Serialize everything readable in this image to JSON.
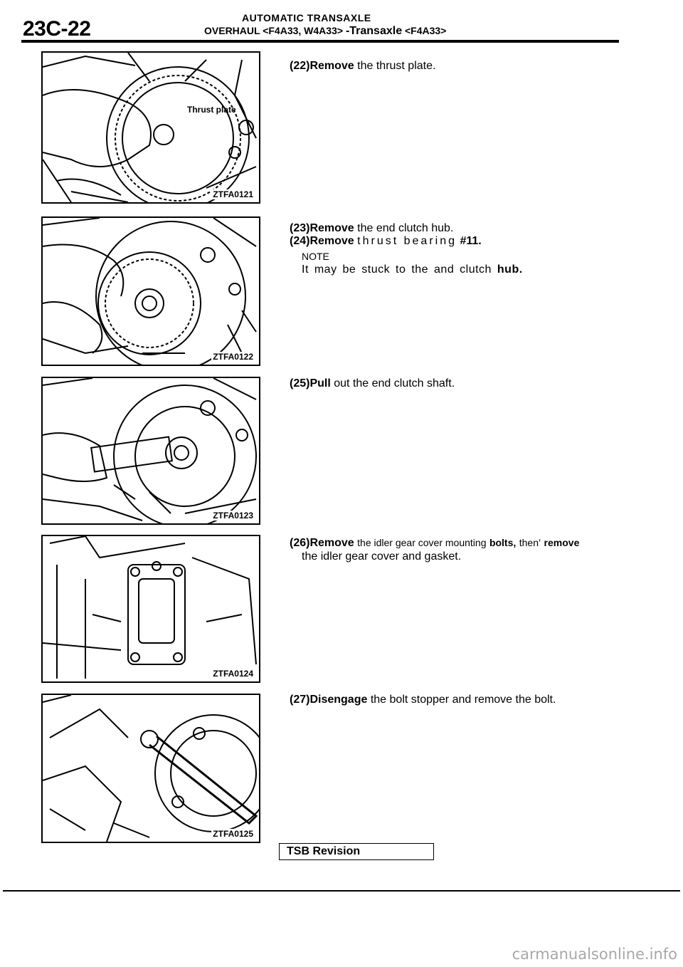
{
  "header": {
    "page_number": "23C-22",
    "title": "AUTOMATIC TRANSAXLE",
    "subtitle_prefix": "OVERHAUL",
    "subtitle_models": "<F4A33, W4A33>",
    "subtitle_part": "-Transaxle",
    "subtitle_model_end": "<F4A33>"
  },
  "figures": [
    {
      "id": "ZTFA0121",
      "label": "Thrust plate"
    },
    {
      "id": "ZTFA0122"
    },
    {
      "id": "ZTFA0123"
    },
    {
      "id": "ZTFA0124"
    },
    {
      "id": "ZTFA0125"
    }
  ],
  "steps": [
    {
      "num": "(22)",
      "verb": "Remove",
      "text": "the thrust plate."
    },
    {
      "num": "(23)",
      "verb": "Remove",
      "text": "the end clutch hub."
    },
    {
      "num": "(24)",
      "verb": "Remove",
      "text": "thrust bearing",
      "ref": "#11."
    },
    {
      "num": "(25)",
      "verb": "Pull",
      "text": "out the end clutch shaft."
    },
    {
      "num": "(26)",
      "verb": "Remove",
      "text": "the idler gear cover mounting",
      "bold1": "bolts,",
      "text2": "then’",
      "bold2": "remove",
      "line2": "the idler gear cover and gasket."
    },
    {
      "num": "(27)",
      "verb": "Disengage",
      "text": "the bolt stopper and remove the bolt."
    }
  ],
  "note": {
    "label": "NOTE",
    "text": "It may be stuck to the and clutch",
    "bold": "hub."
  },
  "footer": {
    "tsb": "TSB Revision",
    "watermark": "carmanualsonline.info"
  }
}
